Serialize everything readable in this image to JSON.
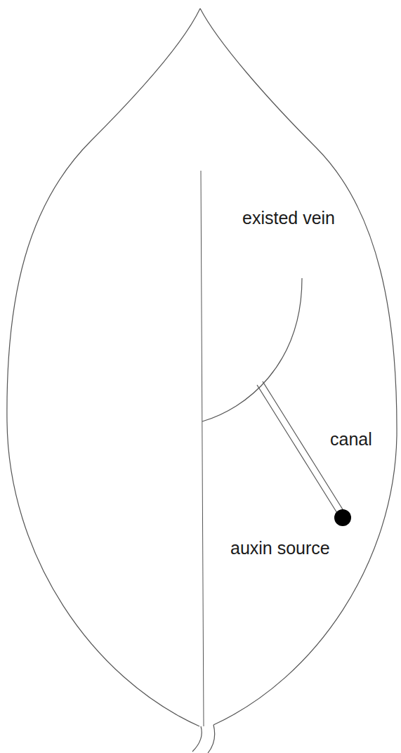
{
  "diagram": {
    "labels": [
      "existed vein",
      "canal",
      "auxin source"
    ]
  }
}
